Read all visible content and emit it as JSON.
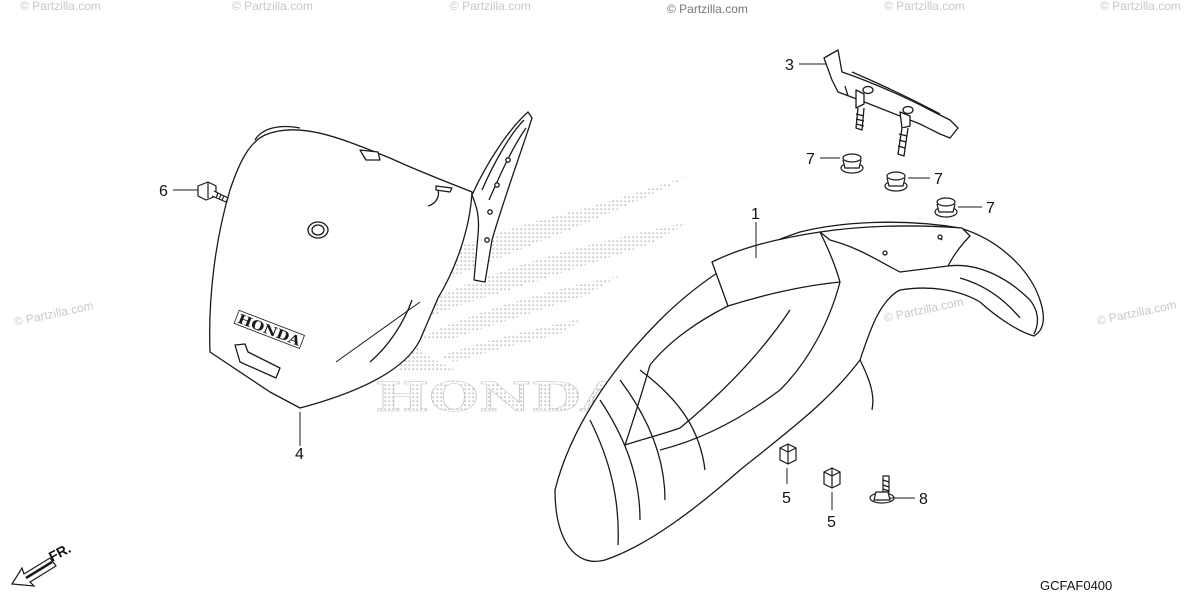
{
  "diagram": {
    "code": "GCFAF0400",
    "front_indicator": "FR.",
    "watermark_text": "© Partzilla.com",
    "background_logo_text": "HONDA",
    "plate_logo_text": "HONDA",
    "callouts": {
      "front_fender": "1",
      "stay": "3",
      "plate": "4",
      "collar_a": "5",
      "collar_b": "5",
      "screw": "6",
      "grommet_a": "7",
      "grommet_b": "7",
      "grommet_c": "7",
      "bolt": "8"
    }
  },
  "colors": {
    "line": "#1a1a1a",
    "dots": "#c4c4c4",
    "watermark": "#c8c8c8"
  }
}
